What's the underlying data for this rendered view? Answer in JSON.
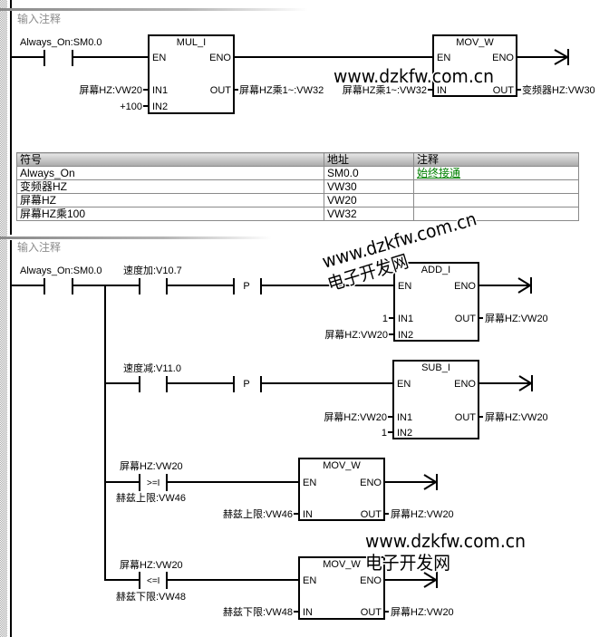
{
  "editor": {
    "colors": {
      "wire": "#000000",
      "comment_text": "#8c8c8c",
      "constant_operand": "#808000",
      "symbol_comment": "#008000"
    }
  },
  "networks": [
    {
      "comment": "输入注释",
      "contact": {
        "operand": "Always_On:SM0.0"
      },
      "mul_i": {
        "title": "MUL_I",
        "pins": {
          "en": "EN",
          "eno": "ENO",
          "in1": "IN1",
          "in2": "IN2",
          "out": "OUT"
        },
        "in1": "屏幕HZ:VW20",
        "in2": "+100",
        "out": "屏幕HZ乘1~:VW32"
      },
      "mov_w": {
        "title": "MOV_W",
        "pins": {
          "en": "EN",
          "eno": "ENO",
          "in": "IN",
          "out": "OUT"
        },
        "in": "屏幕HZ乘1~:VW32",
        "out": "变频器HZ:VW30"
      },
      "symbol_table": {
        "columns": [
          "符号",
          "地址",
          "注释"
        ],
        "rows": [
          {
            "symbol": "Always_On",
            "address": "SM0.0",
            "comment": "始终接通"
          },
          {
            "symbol": "变频器HZ",
            "address": "VW30",
            "comment": ""
          },
          {
            "symbol": "屏幕HZ",
            "address": "VW20",
            "comment": ""
          },
          {
            "symbol": "屏幕HZ乘100",
            "address": "VW32",
            "comment": ""
          }
        ]
      }
    },
    {
      "comment": "输入注释",
      "contact": {
        "operand": "Always_On:SM0.0"
      },
      "branches": [
        {
          "contact": {
            "operand": "速度加:V10.7"
          },
          "edge": "P",
          "box": {
            "title": "ADD_I",
            "pins": {
              "en": "EN",
              "eno": "ENO",
              "in1": "IN1",
              "in2": "IN2",
              "out": "OUT"
            },
            "in1": "1",
            "in2": "屏幕HZ:VW20",
            "out": "屏幕HZ:VW20"
          }
        },
        {
          "contact": {
            "operand": "速度减:V11.0"
          },
          "edge": "P",
          "box": {
            "title": "SUB_I",
            "pins": {
              "en": "EN",
              "eno": "ENO",
              "in1": "IN1",
              "in2": "IN2",
              "out": "OUT"
            },
            "in1": "屏幕HZ:VW20",
            "in2": "1",
            "out": "屏幕HZ:VW20"
          }
        },
        {
          "compare": {
            "in1": "屏幕HZ:VW20",
            "op": ">=I",
            "in2": "赫兹上限:VW46"
          },
          "box": {
            "title": "MOV_W",
            "pins": {
              "en": "EN",
              "eno": "ENO",
              "in": "IN",
              "out": "OUT"
            },
            "in": "赫兹上限:VW46",
            "out": "屏幕HZ:VW20"
          }
        },
        {
          "compare": {
            "in1": "屏幕HZ:VW20",
            "op": "<=I",
            "in2": "赫兹下限:VW48"
          },
          "box": {
            "title": "MOV_W",
            "pins": {
              "en": "EN",
              "eno": "ENO",
              "in": "IN",
              "out": "OUT"
            },
            "in": "赫兹下限:VW48",
            "out": "屏幕HZ:VW20"
          }
        }
      ]
    }
  ],
  "watermarks": {
    "green": {
      "text": "www.dzkfw.com.cn",
      "color": "#6dbf5e"
    },
    "gray": {
      "line1": "www.dzkfw.com.cn",
      "line2": "电子开发网",
      "color": "#6b6b6b"
    },
    "orange": {
      "line1": "www.dzkfw.com.cn",
      "line2": "电子开发网",
      "color": "#ec8560"
    }
  }
}
